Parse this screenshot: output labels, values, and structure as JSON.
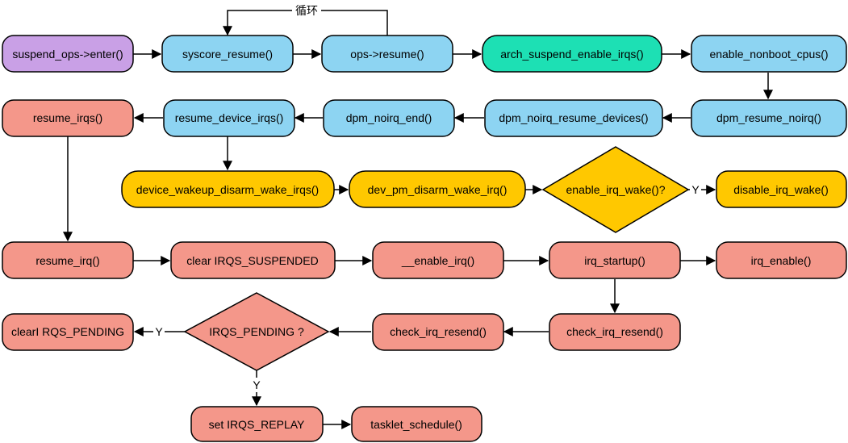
{
  "colors": {
    "purple": "#c9a0e6",
    "blue": "#8dd4f2",
    "teal": "#1de0b4",
    "red": "#f4978a",
    "yellow": "#ffc800",
    "stroke": "#000000"
  },
  "nodes": {
    "suspend_enter": "suspend_ops->enter()",
    "syscore_resume": "syscore_resume()",
    "ops_resume": "ops->resume()",
    "arch_enable_irqs": "arch_suspend_enable_irqs()",
    "enable_nonboot": "enable_nonboot_cpus()",
    "dpm_resume_noirq": "dpm_resume_noirq()",
    "dpm_noirq_resume_devices": "dpm_noirq_resume_devices()",
    "dpm_noirq_end": "dpm_noirq_end()",
    "resume_device_irqs": "resume_device_irqs()",
    "resume_irqs": "resume_irqs()",
    "device_wakeup_disarm": "device_wakeup_disarm_wake_irqs()",
    "dev_pm_disarm": "dev_pm_disarm_wake_irq()",
    "enable_irq_wake_q": "enable_irq_wake()?",
    "disable_irq_wake": "disable_irq_wake()",
    "resume_irq": "resume_irq()",
    "clear_suspended": "clear IRQS_SUSPENDED",
    "enable_irq_inner": "__enable_irq()",
    "irq_startup": "irq_startup()",
    "irq_enable": "irq_enable()",
    "check_irq_resend_2": "check_irq_resend()",
    "check_irq_resend_1": "check_irq_resend()",
    "irqs_pending_q": "IRQS_PENDING ?",
    "clear_pending": "clearI RQS_PENDING",
    "set_replay": "set IRQS_REPLAY",
    "tasklet_schedule": "tasklet_schedule()"
  },
  "labels": {
    "loop": "循环",
    "yes_wake": "Y",
    "yes_pending_left": "Y",
    "yes_pending_down": "Y"
  }
}
